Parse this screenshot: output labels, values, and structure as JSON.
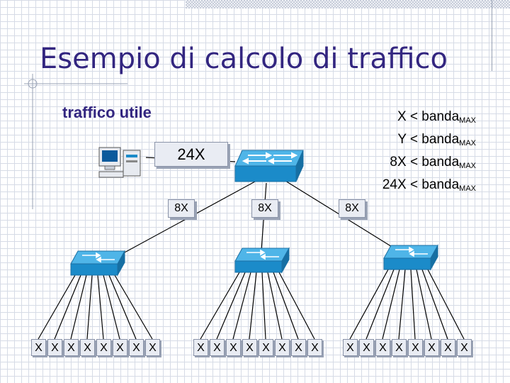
{
  "slide": {
    "title": "Esempio di calcolo di traffico",
    "subtitle": "traffico utile"
  },
  "constraints": [
    {
      "lhs": "X < banda",
      "sub": "MAX"
    },
    {
      "lhs": "Y < banda",
      "sub": "MAX"
    },
    {
      "lhs": "8X < banda",
      "sub": "MAX"
    },
    {
      "lhs": "24X < banda",
      "sub": "MAX"
    }
  ],
  "labels": {
    "uplink": "24X",
    "branch_1": "8X",
    "branch_2": "8X",
    "branch_3": "8X"
  },
  "leaves": {
    "group_1": [
      "X",
      "X",
      "X",
      "X",
      "X",
      "X",
      "X",
      "X"
    ],
    "group_2": [
      "X",
      "X",
      "X",
      "X",
      "X",
      "X",
      "X",
      "X"
    ],
    "group_3": [
      "X",
      "X",
      "X",
      "X",
      "X",
      "X",
      "X",
      "X"
    ]
  },
  "icons": {
    "core": "switch-icon",
    "edge": "switch-icon",
    "host": "workstation-icon"
  },
  "colors": {
    "title": "#332680",
    "switch": "#1b8bc9",
    "tag_bg": "#e9ecf3"
  }
}
